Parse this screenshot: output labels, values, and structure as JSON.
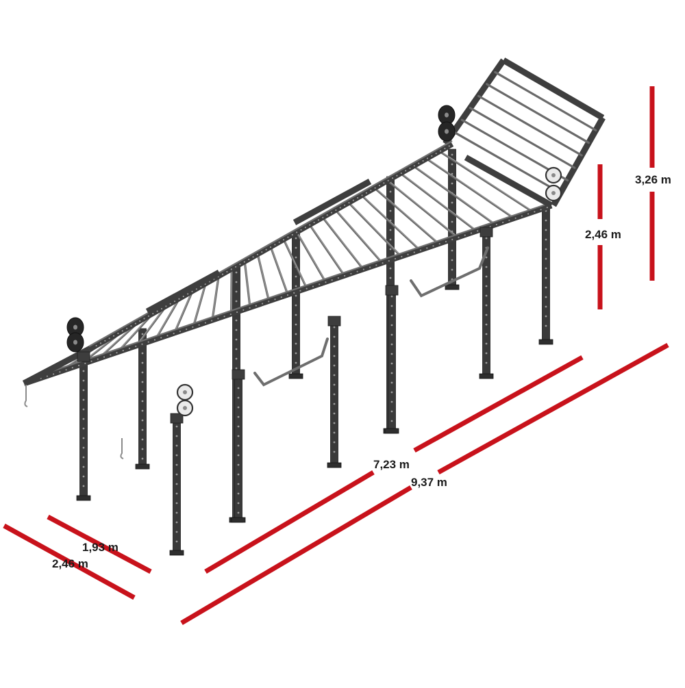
{
  "dimensions": {
    "height_total": "3,26 m",
    "height_rig": "2,46 m",
    "length_inner": "7,23 m",
    "length_total": "9,37 m",
    "width_inner": "1,93 m",
    "width_total": "2,46 m"
  },
  "colors": {
    "dimension_bar": "#c8121b",
    "frame": "#3a3a3a",
    "rung": "#6a6a6a",
    "background": "#ffffff"
  }
}
